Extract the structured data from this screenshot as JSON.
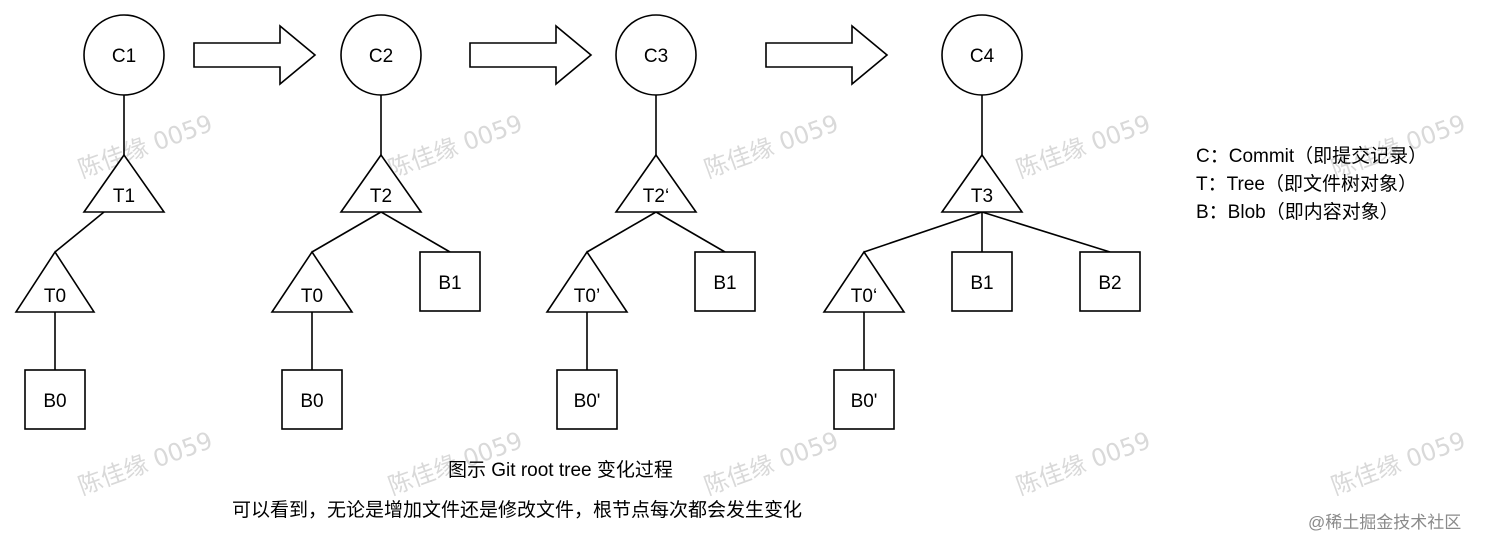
{
  "nodes": {
    "c1": "C1",
    "t1": "T1",
    "t0_a": "T0",
    "b0_a": "B0",
    "c2": "C2",
    "t2": "T2",
    "t0_b": "T0",
    "b0_b": "B0",
    "b1_b": "B1",
    "c3": "C3",
    "t2p": "T2‘",
    "t0p_c": "T0’",
    "b0p_c": "B0'",
    "b1_c": "B1",
    "c4": "C4",
    "t3": "T3",
    "t0p_d": "T0‘",
    "b0p_d": "B0'",
    "b1_d": "B1",
    "b2_d": "B2"
  },
  "legend": {
    "commit": "C：Commit（即提交记录）",
    "tree": "T：Tree（即文件树对象）",
    "blob": "B：Blob（即内容对象）"
  },
  "caption": "图示 Git root tree 变化过程",
  "note": "可以看到，无论是增加文件还是修改文件，根节点每次都会发生变化",
  "watermark": "陈佳缘 0059",
  "source": "@稀土掘金技术社区"
}
